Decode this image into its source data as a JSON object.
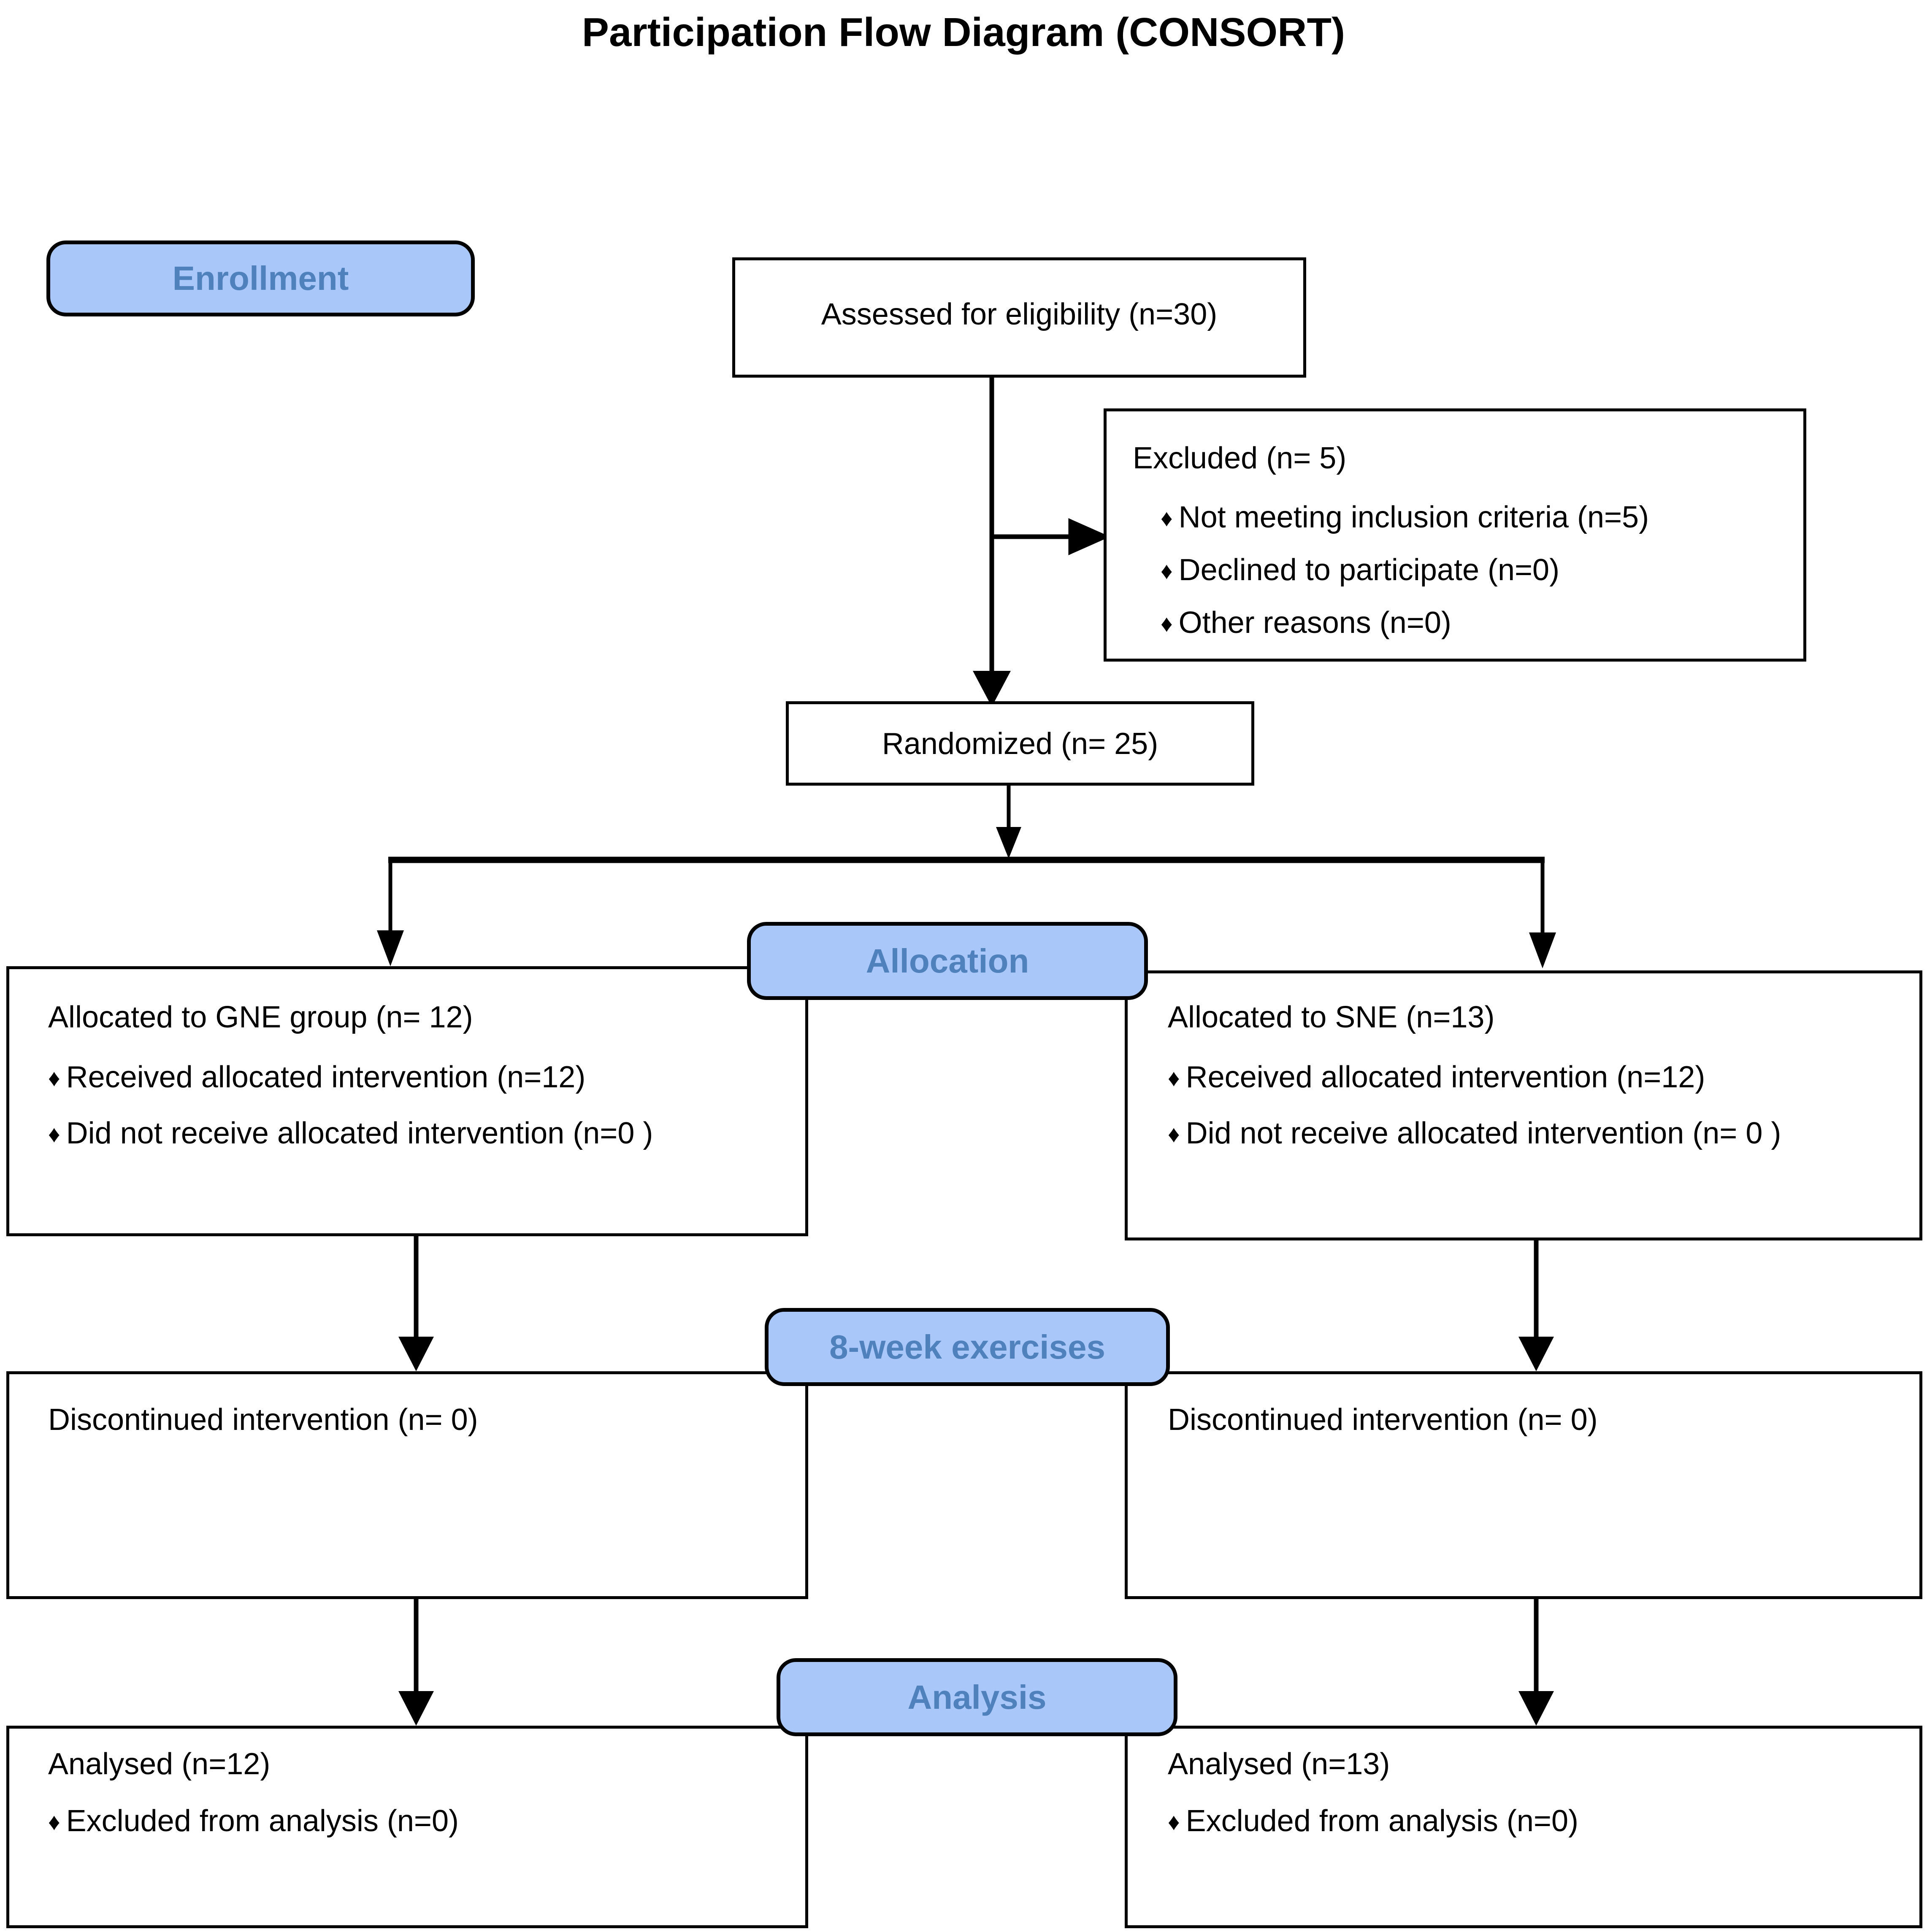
{
  "title": "Participation Flow Diagram (CONSORT)",
  "colors": {
    "badge_fill": "#AAC7FA",
    "badge_text": "#4F81BD",
    "box_border": "#000000",
    "box_fill": "#FFFFFF",
    "connector": "#000000",
    "page_background": "#FFFFFF"
  },
  "stages": {
    "enrollment": "Enrollment",
    "allocation": "Allocation",
    "exercises": "8-week exercises",
    "analysis": "Analysis"
  },
  "nodes": {
    "assessed": {
      "text": "Assessed for eligibility (n=30)"
    },
    "excluded": {
      "heading": "Excluded (n= 5)",
      "bullets": [
        "Not meeting inclusion criteria (n=5)",
        "Declined to participate (n=0)",
        "Other reasons (n=0)"
      ]
    },
    "randomized": {
      "text": "Randomized (n= 25)"
    },
    "allocated_left": {
      "heading": "Allocated to GNE group (n= 12)",
      "bullets": [
        "Received allocated intervention (n=12)",
        "Did not receive allocated intervention (n=0  )"
      ]
    },
    "allocated_right": {
      "heading": "Allocated to SNE (n=13)",
      "bullets": [
        "Received allocated intervention (n=12)",
        "Did not receive allocated intervention (n= 0 )"
      ]
    },
    "followup_left": {
      "heading": "Discontinued intervention (n= 0)"
    },
    "followup_right": {
      "heading": "Discontinued intervention (n= 0)"
    },
    "analysed_left": {
      "heading": "Analysed (n=12)",
      "bullets": [
        "Excluded from analysis (n=0)"
      ]
    },
    "analysed_right": {
      "heading": "Analysed (n=13)",
      "bullets": [
        "Excluded from analysis (n=0)"
      ]
    }
  },
  "icons": {
    "bullet": "♦"
  },
  "chart_data": {
    "type": "diagram",
    "diagram_kind": "CONSORT participant flow",
    "title": "Participation Flow Diagram (CONSORT)",
    "stages": [
      "Enrollment",
      "Allocation",
      "8-week exercises",
      "Analysis"
    ],
    "nodes": [
      {
        "id": "assessed",
        "label": "Assessed for eligibility (n=30)",
        "n": 30,
        "stage": "Enrollment"
      },
      {
        "id": "excluded",
        "label": "Excluded (n= 5)",
        "n": 5,
        "stage": "Enrollment",
        "details": [
          {
            "label": "Not meeting inclusion criteria",
            "n": 5
          },
          {
            "label": "Declined to participate",
            "n": 0
          },
          {
            "label": "Other reasons",
            "n": 0
          }
        ]
      },
      {
        "id": "randomized",
        "label": "Randomized (n= 25)",
        "n": 25,
        "stage": "Enrollment"
      },
      {
        "id": "allocated_left",
        "label": "Allocated to GNE group (n= 12)",
        "n": 12,
        "stage": "Allocation",
        "details": [
          {
            "label": "Received allocated intervention",
            "n": 12
          },
          {
            "label": "Did not receive allocated intervention",
            "n": 0
          }
        ]
      },
      {
        "id": "allocated_right",
        "label": "Allocated to SNE (n=13)",
        "n": 13,
        "stage": "Allocation",
        "details": [
          {
            "label": "Received allocated intervention",
            "n": 12
          },
          {
            "label": "Did not receive allocated intervention",
            "n": 0
          }
        ]
      },
      {
        "id": "followup_left",
        "label": "Discontinued intervention (n= 0)",
        "n": 0,
        "stage": "8-week exercises"
      },
      {
        "id": "followup_right",
        "label": "Discontinued intervention (n= 0)",
        "n": 0,
        "stage": "8-week exercises"
      },
      {
        "id": "analysed_left",
        "label": "Analysed (n=12)",
        "n": 12,
        "stage": "Analysis",
        "details": [
          {
            "label": "Excluded from analysis",
            "n": 0
          }
        ]
      },
      {
        "id": "analysed_right",
        "label": "Analysed (n=13)",
        "n": 13,
        "stage": "Analysis",
        "details": [
          {
            "label": "Excluded from analysis",
            "n": 0
          }
        ]
      }
    ],
    "edges": [
      {
        "from": "assessed",
        "to": "excluded",
        "type": "branch-right"
      },
      {
        "from": "assessed",
        "to": "randomized",
        "type": "down"
      },
      {
        "from": "randomized",
        "to": "allocated_left",
        "type": "split-left"
      },
      {
        "from": "randomized",
        "to": "allocated_right",
        "type": "split-right"
      },
      {
        "from": "allocated_left",
        "to": "followup_left",
        "type": "down"
      },
      {
        "from": "allocated_right",
        "to": "followup_right",
        "type": "down"
      },
      {
        "from": "followup_left",
        "to": "analysed_left",
        "type": "down"
      },
      {
        "from": "followup_right",
        "to": "analysed_right",
        "type": "down"
      }
    ]
  }
}
